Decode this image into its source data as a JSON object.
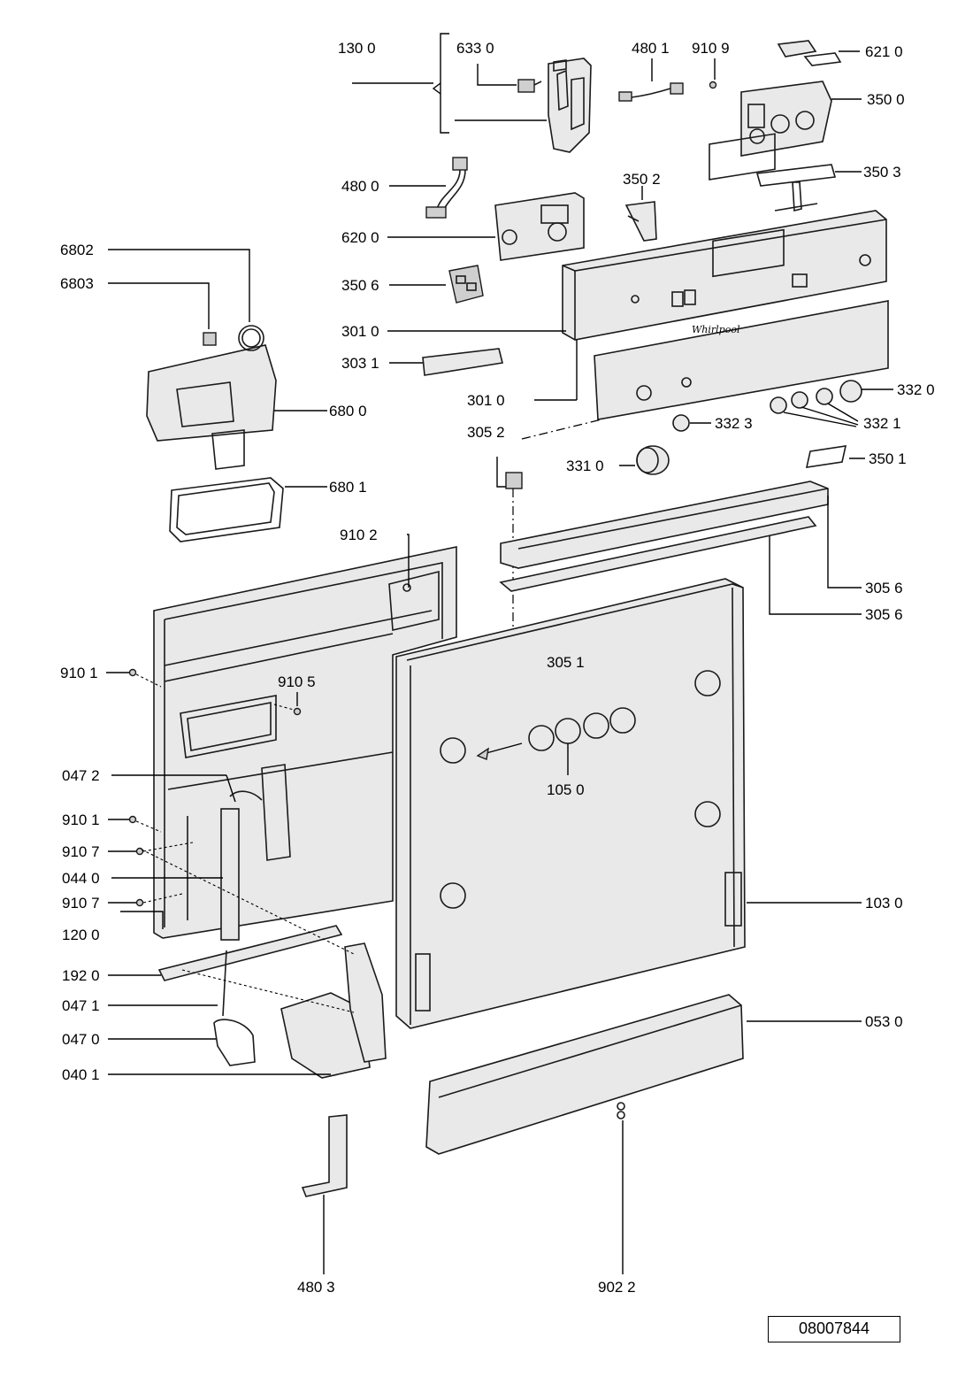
{
  "labels": {
    "l1300": "130 0",
    "l6330": "633 0",
    "l4801": "480 1",
    "l9109": "910 9",
    "l6210": "621 0",
    "l3500": "350 0",
    "l3503": "350 3",
    "l4800": "480 0",
    "l3502": "350 2",
    "l6802": "6802",
    "l6803": "6803",
    "l6200": "620 0",
    "l3506": "350 6",
    "l3010a": "301 0",
    "l3031": "303 1",
    "l6800": "680 0",
    "l3010b": "301 0",
    "l3320": "332 0",
    "l3052": "305 2",
    "l3323": "332 3",
    "l3321": "332 1",
    "l3310": "331 0",
    "l3501": "350 1",
    "l6801": "680 1",
    "l9102": "910 2",
    "l3056a": "305 6",
    "l3056b": "305 6",
    "l9101a": "910 1",
    "l9105": "910 5",
    "l3051": "305 1",
    "l1050": "105 0",
    "l0472": "047 2",
    "l9101b": "910 1",
    "l9107a": "910 7",
    "l0440": "044 0",
    "l9107b": "910 7",
    "l1030": "103 0",
    "l1200": "120 0",
    "l1920": "192 0",
    "l0471": "047 1",
    "l0530": "053 0",
    "l0470": "047 0",
    "l0401": "040 1",
    "l4803": "480 3",
    "l9022": "902 2"
  },
  "reference_number": "08007844",
  "brand_mark": "Whirlpool"
}
